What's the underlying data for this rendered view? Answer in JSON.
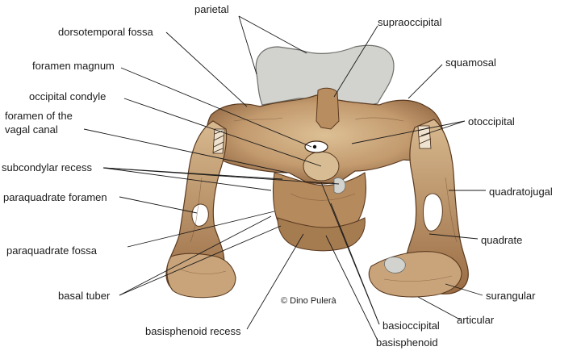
{
  "labels": {
    "parietal": "parietal",
    "supraoccipital": "supraoccipital",
    "dorsotemporal_fossa": "dorsotemporal fossa",
    "foramen_magnum": "foramen magnum",
    "squamosal": "squamosal",
    "occipital_condyle": "occipital condyle",
    "foramen_vagal_line1": "foramen of the",
    "foramen_vagal_line2": "vagal canal",
    "otoccipital": "otoccipital",
    "subcondylar_recess": "subcondylar recess",
    "quadratojugal": "quadratojugal",
    "paraquadrate_foramen": "paraquadrate foramen",
    "quadrate": "quadrate",
    "paraquadrate_fossa": "paraquadrate fossa",
    "basal_tuber": "basal tuber",
    "surangular": "surangular",
    "articular": "articular",
    "basisphenoid_recess": "basisphenoid recess",
    "basioccipital": "basioccipital",
    "basisphenoid": "basisphenoid"
  },
  "credit": "© Dino Pulerà",
  "colors": {
    "bone": "#c29a6e",
    "bone_dark": "#7a5232",
    "bone_light": "#e3caa3",
    "cartilage_gray": "#d2d3ce",
    "leader_line": "#1a1a1a"
  }
}
